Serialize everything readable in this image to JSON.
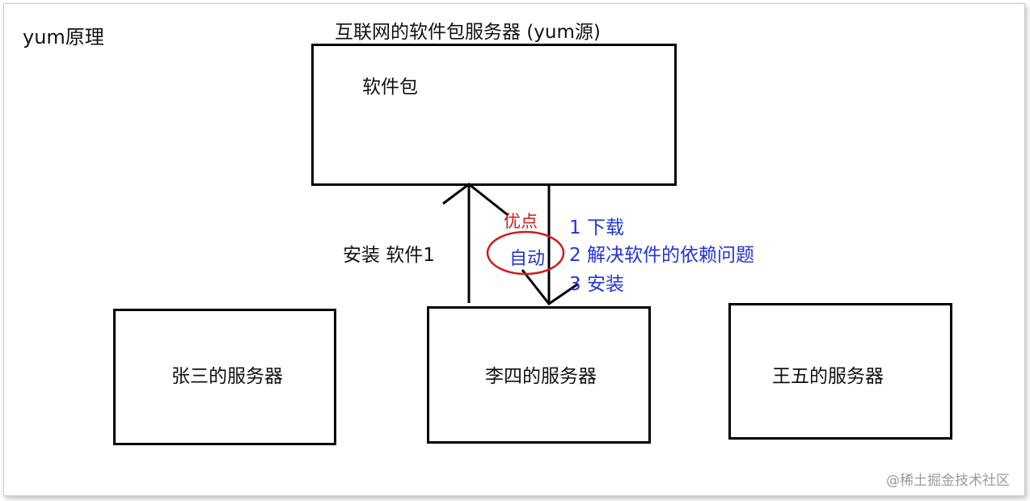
{
  "title": "yum原理",
  "repo": {
    "title": "互联网的软件包服务器 (yum源)",
    "package_label": "软件包"
  },
  "install_label": "安装 软件1",
  "advantage": {
    "label": "优点",
    "auto_label": "自动",
    "circle_color": "#d21a1a"
  },
  "steps": [
    "1 下载",
    "2 解决软件的依赖问题",
    "3 安装"
  ],
  "servers": {
    "zhangsan": "张三的服务器",
    "lisi": "李四的服务器",
    "wangwu": "王五的服务器"
  },
  "watermark": "@稀土掘金技术社区",
  "colors": {
    "line": "#000000",
    "steps_text": "#2233dd",
    "advantage_text": "#d21a1a"
  }
}
